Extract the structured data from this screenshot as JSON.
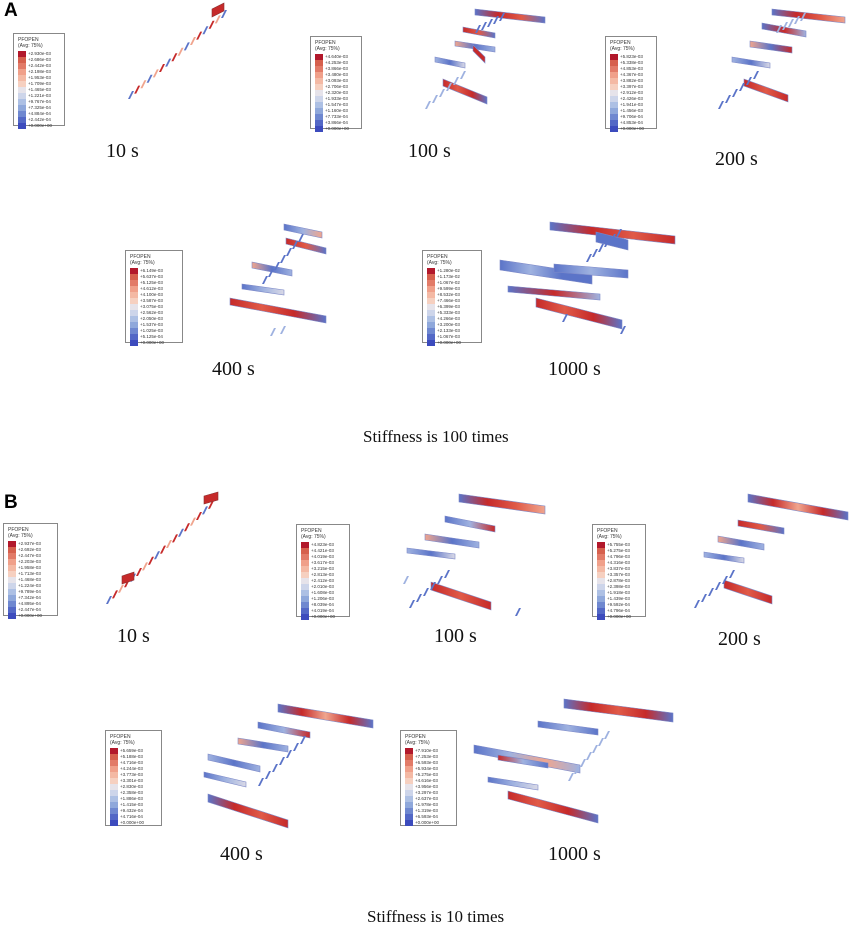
{
  "legend_colors": [
    "#b2182b",
    "#d6604d",
    "#e27b68",
    "#f0a08a",
    "#f4b9a4",
    "#f6d0c0",
    "#e6e3ea",
    "#cdd5ea",
    "#adc0e4",
    "#8fa8db",
    "#6f88d0",
    "#5368c6",
    "#3c4bbd"
  ],
  "panels": [
    {
      "letter": "A",
      "caption": "Stiffness is 100 times",
      "snapshots": [
        {
          "time": "10 s",
          "legend": {
            "title": "PFOPEN",
            "sub": "(Avg: 75%)",
            "values": [
              "+2.930e-03",
              "+2.686e-03",
              "+2.442e-03",
              "+2.198e-03",
              "+1.953e-03",
              "+1.709e-03",
              "+1.465e-03",
              "+1.221e-03",
              "+9.767e-04",
              "+7.325e-04",
              "+4.884e-04",
              "+2.442e-04",
              "+0.000e+00"
            ]
          }
        },
        {
          "time": "100 s",
          "legend": {
            "title": "PFOPEN",
            "sub": "(Avg: 75%)",
            "values": [
              "+4.640e-03",
              "+4.253e-03",
              "+3.866e-03",
              "+3.480e-03",
              "+3.093e-03",
              "+2.706e-03",
              "+2.320e-03",
              "+1.933e-03",
              "+1.547e-03",
              "+1.160e-03",
              "+7.733e-04",
              "+3.866e-04",
              "+0.000e+00"
            ]
          }
        },
        {
          "time": "200 s",
          "legend": {
            "title": "PFOPEN",
            "sub": "(Avg: 75%)",
            "values": [
              "+5.823e-03",
              "+5.338e-03",
              "+4.853e-03",
              "+4.367e-03",
              "+3.882e-03",
              "+3.397e-03",
              "+2.912e-03",
              "+2.426e-03",
              "+1.941e-03",
              "+1.456e-03",
              "+9.706e-04",
              "+4.853e-04",
              "+0.000e+00"
            ]
          }
        },
        {
          "time": "400 s",
          "legend": {
            "title": "PFOPEN",
            "sub": "(Avg: 75%)",
            "values": [
              "+6.149e-03",
              "+5.637e-03",
              "+5.125e-03",
              "+4.612e-03",
              "+4.100e-03",
              "+3.587e-03",
              "+3.075e-03",
              "+2.562e-03",
              "+2.050e-03",
              "+1.537e-03",
              "+1.025e-03",
              "+5.125e-04",
              "+0.000e+00"
            ]
          }
        },
        {
          "time": "1000 s",
          "legend": {
            "title": "PFOPEN",
            "sub": "(Avg: 75%)",
            "values": [
              "+1.280e-02",
              "+1.173e-02",
              "+1.067e-02",
              "+9.599e-03",
              "+8.532e-03",
              "+7.466e-03",
              "+6.399e-03",
              "+5.333e-03",
              "+4.266e-03",
              "+3.200e-03",
              "+2.133e-03",
              "+1.067e-03",
              "+0.000e+00"
            ]
          }
        }
      ]
    },
    {
      "letter": "B",
      "caption": "Stiffness is 10 times",
      "snapshots": [
        {
          "time": "10 s",
          "legend": {
            "title": "PFOPEN",
            "sub": "(Avg: 75%)",
            "values": [
              "+2.937e-03",
              "+2.692e-03",
              "+2.447e-03",
              "+2.203e-03",
              "+1.958e-03",
              "+1.713e-03",
              "+1.468e-03",
              "+1.224e-03",
              "+9.789e-04",
              "+7.342e-04",
              "+4.895e-04",
              "+2.447e-04",
              "+0.000e+00"
            ]
          }
        },
        {
          "time": "100 s",
          "legend": {
            "title": "PFOPEN",
            "sub": "(Avg: 75%)",
            "values": [
              "+4.823e-03",
              "+4.421e-03",
              "+4.019e-03",
              "+3.617e-03",
              "+3.215e-03",
              "+2.813e-03",
              "+2.412e-03",
              "+2.010e-03",
              "+1.608e-03",
              "+1.206e-03",
              "+8.039e-04",
              "+4.019e-04",
              "+0.000e+00"
            ]
          }
        },
        {
          "time": "200 s",
          "legend": {
            "title": "PFOPEN",
            "sub": "(Avg: 75%)",
            "values": [
              "+5.755e-03",
              "+5.275e-03",
              "+4.796e-03",
              "+4.316e-03",
              "+3.837e-03",
              "+3.357e-03",
              "+2.878e-03",
              "+2.398e-03",
              "+1.918e-03",
              "+1.439e-03",
              "+9.592e-04",
              "+4.796e-04",
              "+0.000e+00"
            ]
          }
        },
        {
          "time": "400 s",
          "legend": {
            "title": "PFOPEN",
            "sub": "(Avg: 75%)",
            "values": [
              "+5.659e-03",
              "+5.188e-03",
              "+4.716e-03",
              "+4.244e-03",
              "+3.773e-03",
              "+3.301e-03",
              "+2.830e-03",
              "+2.358e-03",
              "+1.886e-03",
              "+1.415e-03",
              "+9.432e-04",
              "+4.716e-04",
              "+0.000e+00"
            ]
          }
        },
        {
          "time": "1000 s",
          "legend": {
            "title": "PFOPEN",
            "sub": "(Avg: 75%)",
            "values": [
              "+7.910e-03",
              "+7.253e-03",
              "+6.593e-03",
              "+5.934e-03",
              "+5.275e-03",
              "+4.616e-03",
              "+3.956e-03",
              "+3.297e-03",
              "+2.637e-03",
              "+1.978e-03",
              "+1.319e-03",
              "+6.593e-04",
              "+0.000e+00"
            ]
          }
        }
      ]
    }
  ]
}
